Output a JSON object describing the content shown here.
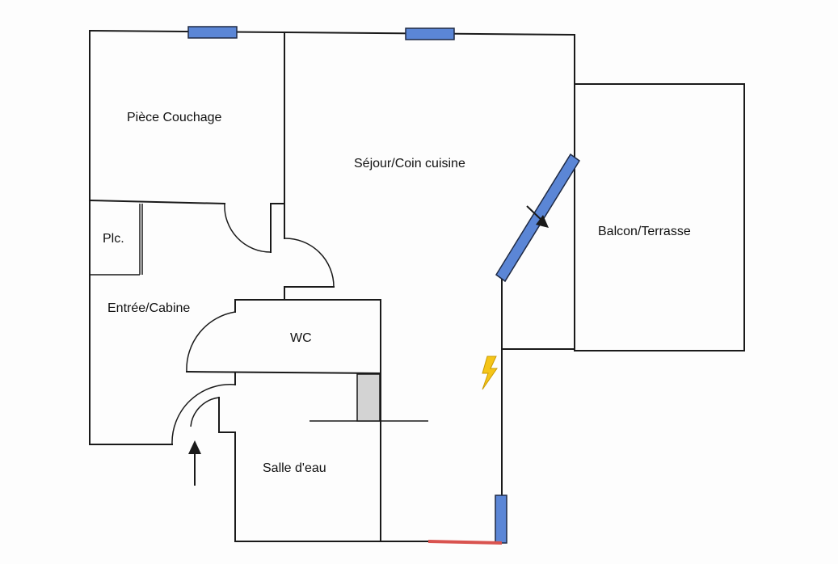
{
  "rooms": {
    "bedroom": "Pièce Couchage",
    "living": "Séjour/Coin cuisine",
    "balcony": "Balcon/Terrasse",
    "closet": "Plc.",
    "entry": "Entrée/Cabine",
    "wc": "WC",
    "bathroom": "Salle d'eau"
  },
  "colors": {
    "wall": "#1a1a1a",
    "window": "#5b86d6",
    "door_threshold": "#d9534f",
    "shower": "#d3d3d3",
    "electric_symbol": "#f5c518"
  },
  "icons": {
    "entrance": "entrance-arrow-icon",
    "balcony_access": "balcony-door-arrow-icon",
    "electric": "electric-panel-icon"
  }
}
